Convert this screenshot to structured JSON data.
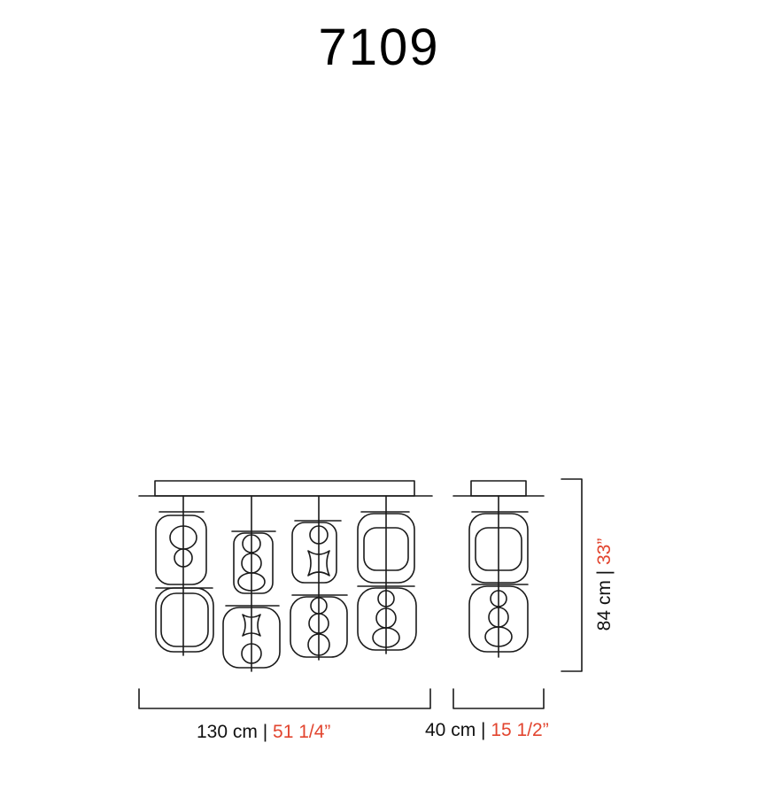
{
  "title": "7109",
  "dimensions": {
    "width_main": {
      "metric": "130 cm",
      "separator": "|",
      "imperial": "51 1/4”"
    },
    "width_side": {
      "metric": "40 cm",
      "separator": "|",
      "imperial": "15 1/2”"
    },
    "height": {
      "metric": "84 cm",
      "separator": "|",
      "imperial": "33”"
    }
  },
  "colors": {
    "line": "#1a1a1a",
    "imperial_accent": "#e2452f",
    "background": "#ffffff"
  },
  "views": [
    "front-view",
    "side-view"
  ]
}
